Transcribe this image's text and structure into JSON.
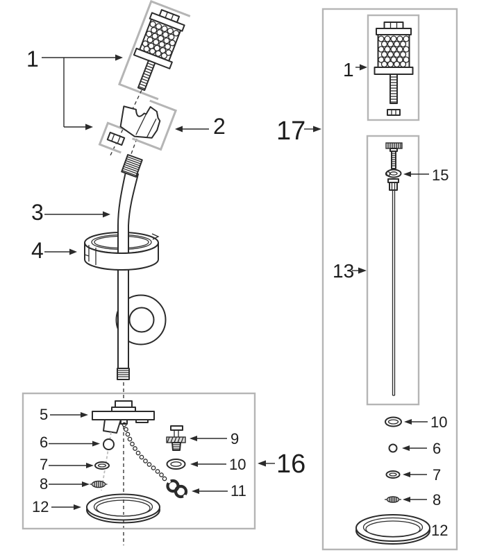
{
  "colors": {
    "line": "#2b2b2b",
    "frame_gray": "#b5b5b5",
    "dash_gray": "#bdbdbd",
    "text": "#1d1d1d",
    "background": "#ffffff"
  },
  "labels": {
    "left_1": "1",
    "left_2": "2",
    "left_3": "3",
    "left_4": "4",
    "left_5": "5",
    "left_6": "6",
    "left_7": "7",
    "left_8": "8",
    "left_9": "9",
    "left_10": "10",
    "left_11": "11",
    "left_12": "12",
    "left_16": "16",
    "right_17": "17",
    "right_1": "1",
    "right_13": "13",
    "right_15": "15",
    "right_10": "10",
    "right_6": "6",
    "right_7": "7",
    "right_8": "8",
    "right_12": "12"
  }
}
